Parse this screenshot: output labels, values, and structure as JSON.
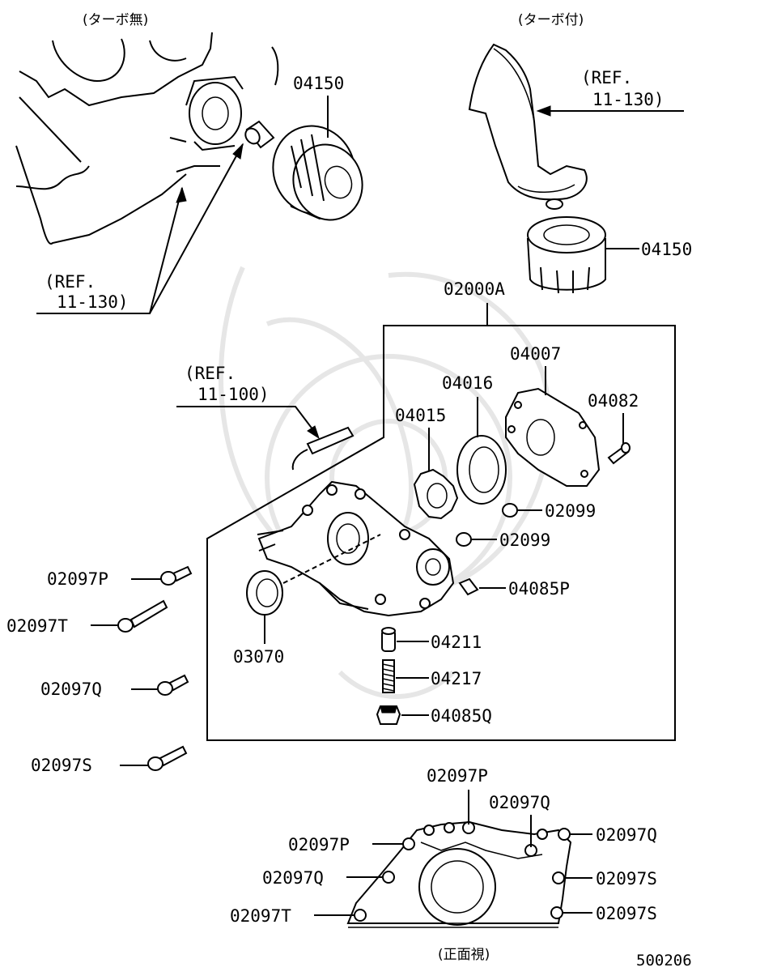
{
  "headers": {
    "non_turbo": "(ターボ無)",
    "turbo": "(ターボ付)",
    "front_view": "(正面視)"
  },
  "refs": {
    "ref_11_130_left": [
      "(REF.",
      "11-130)"
    ],
    "ref_11_130_right": [
      "(REF.",
      "11-130)"
    ],
    "ref_11_100": [
      "(REF.",
      "11-100)"
    ]
  },
  "parts": {
    "p04150_top": "04150",
    "p04150_right": "04150",
    "p02000A": "02000A",
    "p04007": "04007",
    "p04016": "04016",
    "p04015": "04015",
    "p04082": "04082",
    "p02099_a": "02099",
    "p02099_b": "02099",
    "p04085P": "04085P",
    "p03070": "03070",
    "p04211": "04211",
    "p04217": "04217",
    "p04085Q": "04085Q",
    "p02097P": "02097P",
    "p02097T": "02097T",
    "p02097Q": "02097Q",
    "p02097S": "02097S"
  },
  "front_view_labels": {
    "top_p": "02097P",
    "top_q": "02097Q",
    "right_q": "02097Q",
    "left_p": "02097P",
    "left_q": "02097Q",
    "right_s1": "02097S",
    "left_t": "02097T",
    "right_s2": "02097S"
  },
  "diagram_number": "500206"
}
